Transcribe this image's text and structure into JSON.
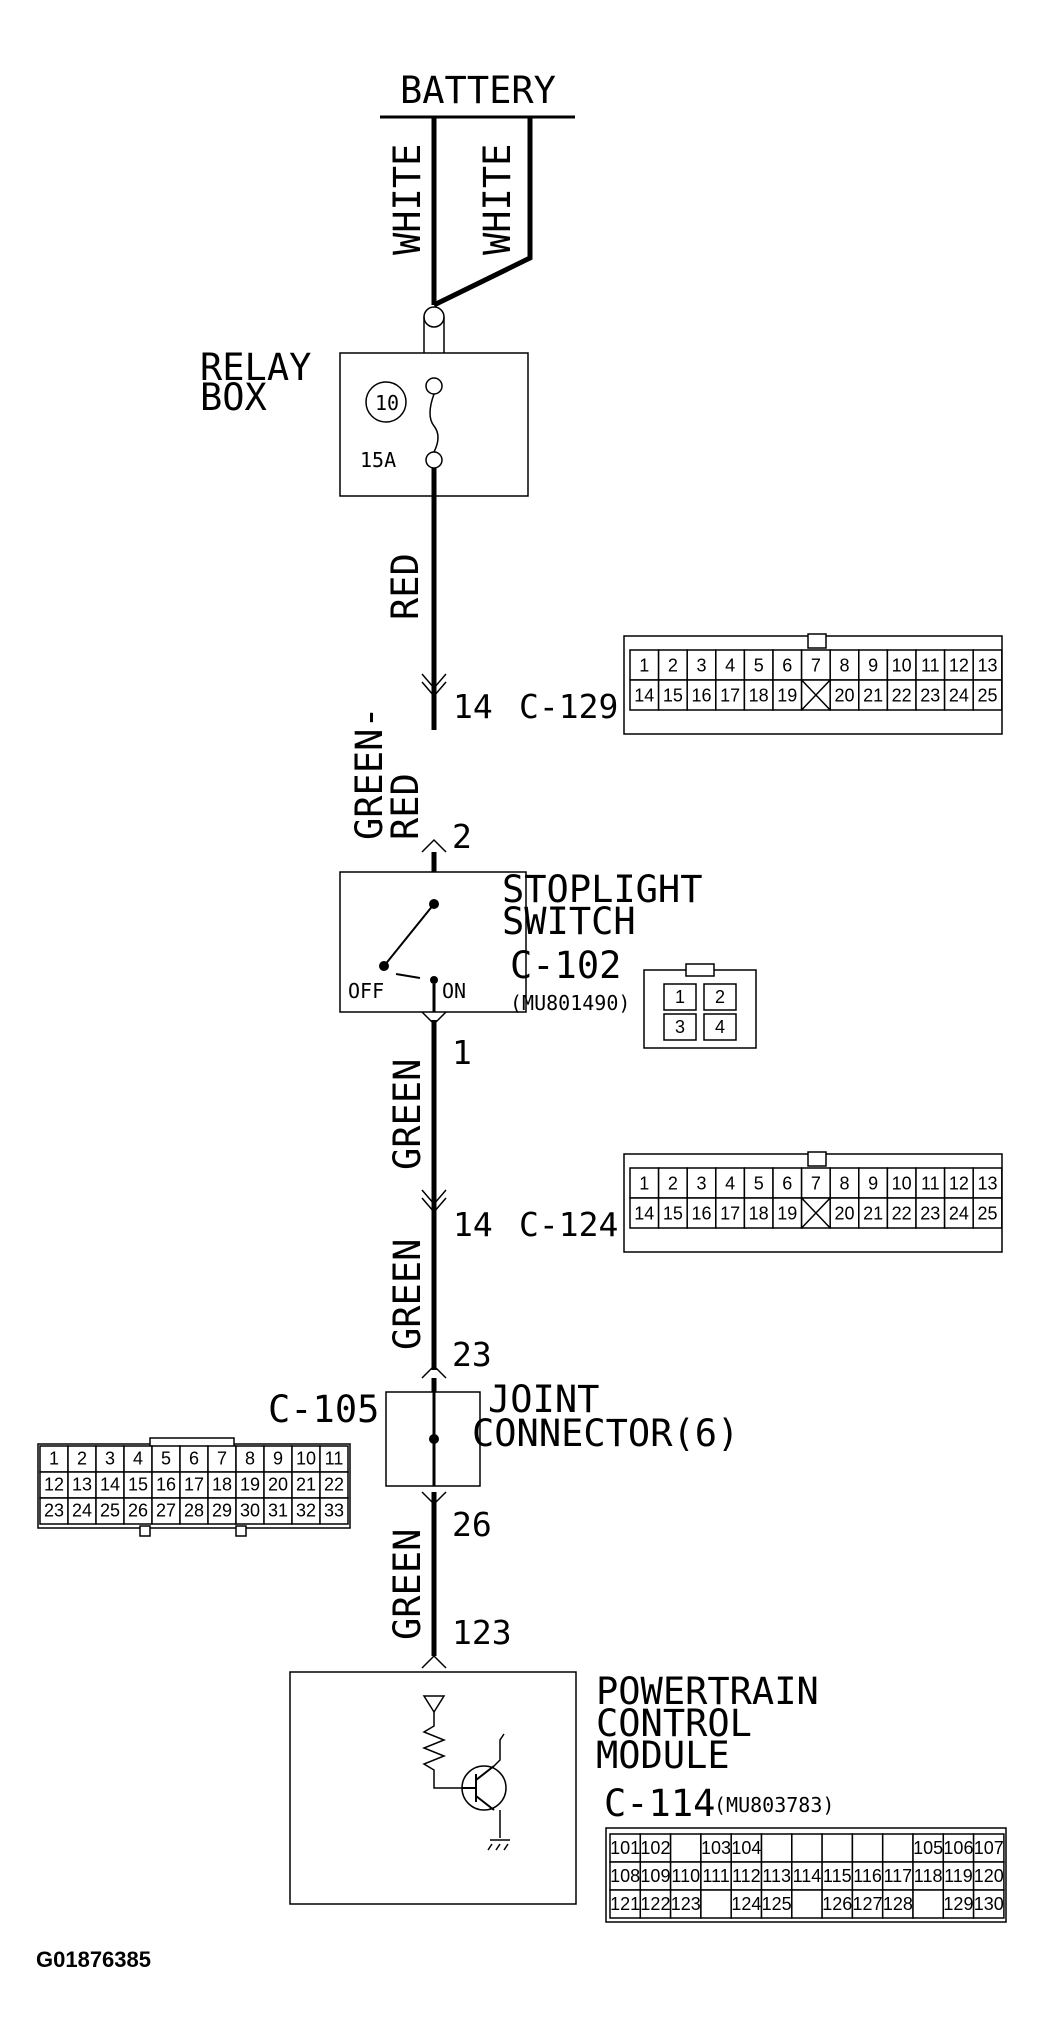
{
  "battery": {
    "label": "BATTERY"
  },
  "wires": {
    "battery_left": "WHITE",
    "battery_right": "WHITE",
    "relay_to_c129": "RED",
    "c129_to_switch": "GREEN-\nRED",
    "switch_to_c124": "GREEN",
    "c124_to_joint": "GREEN",
    "joint_to_pcm": "GREEN"
  },
  "relay_box": {
    "label_line1": "RELAY",
    "label_line2": "BOX",
    "fuse_number": "10",
    "fuse_rating": "15A"
  },
  "c129": {
    "pin": "14",
    "id": "C-129",
    "row1": [
      "1",
      "2",
      "3",
      "4",
      "5",
      "6",
      "7",
      "8",
      "9",
      "10",
      "11",
      "12",
      "13"
    ],
    "row2": [
      "14",
      "15",
      "16",
      "17",
      "18",
      "19",
      "",
      "20",
      "21",
      "22",
      "23",
      "24",
      "25"
    ]
  },
  "stoplight_switch": {
    "pin_in": "2",
    "pin_out": "1",
    "label_line1": "STOPLIGHT",
    "label_line2": "SWITCH",
    "connector": "C-102",
    "part_number": "(MU801490)",
    "off": "OFF",
    "on": "ON",
    "cells": [
      "1",
      "2",
      "3",
      "4"
    ]
  },
  "c124": {
    "pin": "14",
    "id": "C-124",
    "row1": [
      "1",
      "2",
      "3",
      "4",
      "5",
      "6",
      "7",
      "8",
      "9",
      "10",
      "11",
      "12",
      "13"
    ],
    "row2": [
      "14",
      "15",
      "16",
      "17",
      "18",
      "19",
      "",
      "20",
      "21",
      "22",
      "23",
      "24",
      "25"
    ]
  },
  "joint_connector": {
    "pin_in": "23",
    "pin_out": "26",
    "label_line1": "JOINT",
    "label_line2": "CONNECTOR(6)",
    "connector": "C-105",
    "row1": [
      "1",
      "2",
      "3",
      "4",
      "5",
      "6",
      "7",
      "8",
      "9",
      "10",
      "11"
    ],
    "row2": [
      "12",
      "13",
      "14",
      "15",
      "16",
      "17",
      "18",
      "19",
      "20",
      "21",
      "22"
    ],
    "row3": [
      "23",
      "24",
      "25",
      "26",
      "27",
      "28",
      "29",
      "30",
      "31",
      "32",
      "33"
    ]
  },
  "pcm": {
    "pin": "123",
    "label_line1": "POWERTRAIN",
    "label_line2": "CONTROL",
    "label_line3": "MODULE",
    "connector": "C-114",
    "part_number": "(MU803783)",
    "row1": [
      "101",
      "102",
      "",
      "103",
      "104",
      "",
      "",
      "",
      "",
      "",
      "105",
      "106",
      "107"
    ],
    "row2": [
      "108",
      "109",
      "110",
      "111",
      "112",
      "113",
      "114",
      "115",
      "116",
      "117",
      "118",
      "119",
      "120"
    ],
    "row3": [
      "121",
      "122",
      "123",
      "",
      "124",
      "125",
      "",
      "126",
      "127",
      "128",
      "",
      "129",
      "130"
    ]
  },
  "figure_id": "G01876385"
}
